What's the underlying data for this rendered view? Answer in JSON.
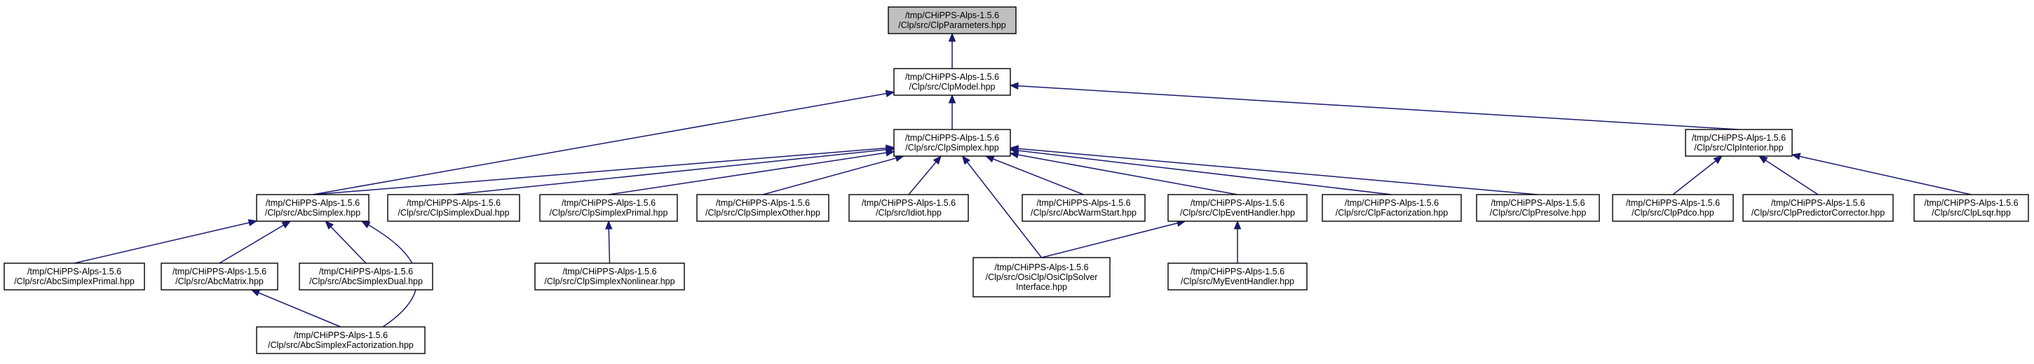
{
  "colors": {
    "edge": "#191970",
    "root_fill": "#bfbfbf",
    "node_fill": "#ffffff",
    "border": "#000000"
  },
  "nodes": [
    {
      "id": "clpparameters",
      "lines": [
        "/tmp/CHiPPS-Alps-1.5.6",
        "/Clp/src/ClpParameters.hpp"
      ],
      "root": true
    },
    {
      "id": "clpmodel",
      "lines": [
        "/tmp/CHiPPS-Alps-1.5.6",
        "/Clp/src/ClpModel.hpp"
      ]
    },
    {
      "id": "clpsimplex",
      "lines": [
        "/tmp/CHiPPS-Alps-1.5.6",
        "/Clp/src/ClpSimplex.hpp"
      ]
    },
    {
      "id": "clpinterior",
      "lines": [
        "/tmp/CHiPPS-Alps-1.5.6",
        "/Clp/src/ClpInterior.hpp"
      ]
    },
    {
      "id": "abcsimplex",
      "lines": [
        "/tmp/CHiPPS-Alps-1.5.6",
        "/Clp/src/AbcSimplex.hpp"
      ]
    },
    {
      "id": "clpsimplexdual",
      "lines": [
        "/tmp/CHiPPS-Alps-1.5.6",
        "/Clp/src/ClpSimplexDual.hpp"
      ]
    },
    {
      "id": "clpsimplexprimal",
      "lines": [
        "/tmp/CHiPPS-Alps-1.5.6",
        "/Clp/src/ClpSimplexPrimal.hpp"
      ]
    },
    {
      "id": "clpsimplexother",
      "lines": [
        "/tmp/CHiPPS-Alps-1.5.6",
        "/Clp/src/ClpSimplexOther.hpp"
      ]
    },
    {
      "id": "idiot",
      "lines": [
        "/tmp/CHiPPS-Alps-1.5.6",
        "/Clp/src/Idiot.hpp"
      ]
    },
    {
      "id": "abcwarmstart",
      "lines": [
        "/tmp/CHiPPS-Alps-1.5.6",
        "/Clp/src/AbcWarmStart.hpp"
      ]
    },
    {
      "id": "clpeventhandler",
      "lines": [
        "/tmp/CHiPPS-Alps-1.5.6",
        "/Clp/src/ClpEventHandler.hpp"
      ]
    },
    {
      "id": "clpfactorization",
      "lines": [
        "/tmp/CHiPPS-Alps-1.5.6",
        "/Clp/src/ClpFactorization.hpp"
      ]
    },
    {
      "id": "clppresolve",
      "lines": [
        "/tmp/CHiPPS-Alps-1.5.6",
        "/Clp/src/ClpPresolve.hpp"
      ]
    },
    {
      "id": "clppdco",
      "lines": [
        "/tmp/CHiPPS-Alps-1.5.6",
        "/Clp/src/ClpPdco.hpp"
      ]
    },
    {
      "id": "clppredictorcorrector",
      "lines": [
        "/tmp/CHiPPS-Alps-1.5.6",
        "/Clp/src/ClpPredictorCorrector.hpp"
      ]
    },
    {
      "id": "clplsqr",
      "lines": [
        "/tmp/CHiPPS-Alps-1.5.6",
        "/Clp/src/ClpLsqr.hpp"
      ]
    },
    {
      "id": "abcsimplexprimal",
      "lines": [
        "/tmp/CHiPPS-Alps-1.5.6",
        "/Clp/src/AbcSimplexPrimal.hpp"
      ]
    },
    {
      "id": "abcmatrix",
      "lines": [
        "/tmp/CHiPPS-Alps-1.5.6",
        "/Clp/src/AbcMatrix.hpp"
      ]
    },
    {
      "id": "abcsimplexdual",
      "lines": [
        "/tmp/CHiPPS-Alps-1.5.6",
        "/Clp/src/AbcSimplexDual.hpp"
      ]
    },
    {
      "id": "clpsimplexnonlinear",
      "lines": [
        "/tmp/CHiPPS-Alps-1.5.6",
        "/Clp/src/ClpSimplexNonlinear.hpp"
      ]
    },
    {
      "id": "osiclpsolverinterface",
      "lines": [
        "/tmp/CHiPPS-Alps-1.5.6",
        "/Clp/src/OsiClp/OsiClpSolver",
        "Interface.hpp"
      ]
    },
    {
      "id": "myeventhandler",
      "lines": [
        "/tmp/CHiPPS-Alps-1.5.6",
        "/Clp/src/MyEventHandler.hpp"
      ]
    },
    {
      "id": "abcsimplexfactorization",
      "lines": [
        "/tmp/CHiPPS-Alps-1.5.6",
        "/Clp/src/AbcSimplexFactorization.hpp"
      ]
    }
  ],
  "edges": [
    {
      "from": "clpmodel",
      "to": "clpparameters"
    },
    {
      "from": "clpsimplex",
      "to": "clpmodel"
    },
    {
      "from": "abcsimplex",
      "to": "clpmodel"
    },
    {
      "from": "clpinterior",
      "to": "clpmodel"
    },
    {
      "from": "abcsimplex",
      "to": "clpsimplex"
    },
    {
      "from": "clpsimplexdual",
      "to": "clpsimplex"
    },
    {
      "from": "clpsimplexprimal",
      "to": "clpsimplex"
    },
    {
      "from": "clpsimplexother",
      "to": "clpsimplex"
    },
    {
      "from": "idiot",
      "to": "clpsimplex"
    },
    {
      "from": "osiclpsolverinterface",
      "to": "clpsimplex"
    },
    {
      "from": "abcwarmstart",
      "to": "clpsimplex"
    },
    {
      "from": "clpeventhandler",
      "to": "clpsimplex"
    },
    {
      "from": "clpfactorization",
      "to": "clpsimplex"
    },
    {
      "from": "clppresolve",
      "to": "clpsimplex"
    },
    {
      "from": "clppdco",
      "to": "clpinterior"
    },
    {
      "from": "clppredictorcorrector",
      "to": "clpinterior"
    },
    {
      "from": "clplsqr",
      "to": "clpinterior"
    },
    {
      "from": "abcsimplexprimal",
      "to": "abcsimplex"
    },
    {
      "from": "abcmatrix",
      "to": "abcsimplex"
    },
    {
      "from": "abcsimplexdual",
      "to": "abcsimplex"
    },
    {
      "from": "abcsimplexfactorization",
      "to": "abcsimplex"
    },
    {
      "from": "clpsimplexnonlinear",
      "to": "clpsimplexprimal"
    },
    {
      "from": "osiclpsolverinterface",
      "to": "clpeventhandler"
    },
    {
      "from": "myeventhandler",
      "to": "clpeventhandler"
    },
    {
      "from": "abcsimplexfactorization",
      "to": "abcmatrix"
    }
  ]
}
